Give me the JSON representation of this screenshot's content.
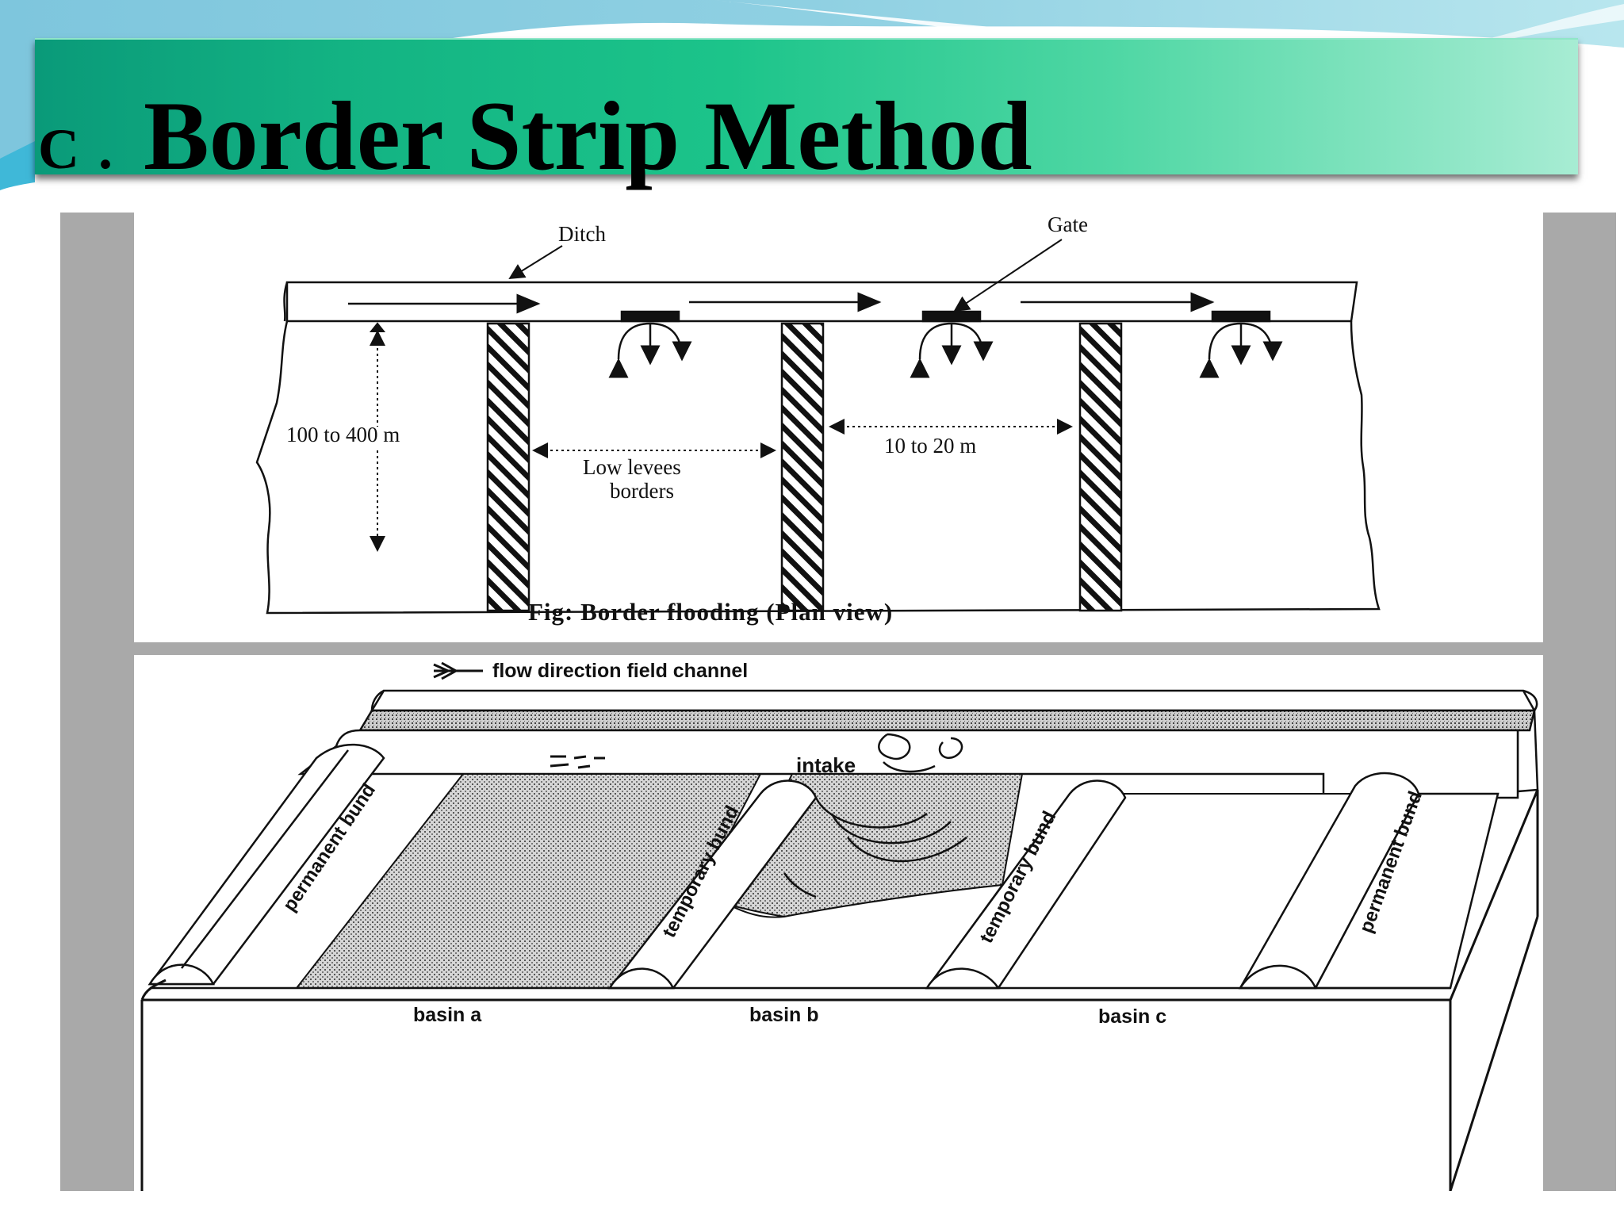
{
  "slide": {
    "title_letter": "C",
    "title_dot": ".",
    "title_text": "Border Strip Method"
  },
  "plan_view": {
    "ditch_label": "Ditch",
    "gate_label": "Gate",
    "length_label": "100 to 400 m",
    "width_label": "10 to 20 m",
    "levee_label_line1": "Low levees",
    "levee_label_line2": "borders",
    "caption": "Fig: Border flooding (Plan view)"
  },
  "basin_view": {
    "flow_label": "flow direction field channel",
    "intake_label": "intake",
    "permanent_bund_left": "permanent bund",
    "temporary_bund_1": "temporary bund",
    "temporary_bund_2": "temporary bund",
    "permanent_bund_right": "permanent bund",
    "basin_a": "basin a",
    "basin_b": "basin b",
    "basin_c": "basin c"
  },
  "colors": {
    "title_green": "#1cc48a",
    "frame_gray": "#a9a9a9"
  }
}
